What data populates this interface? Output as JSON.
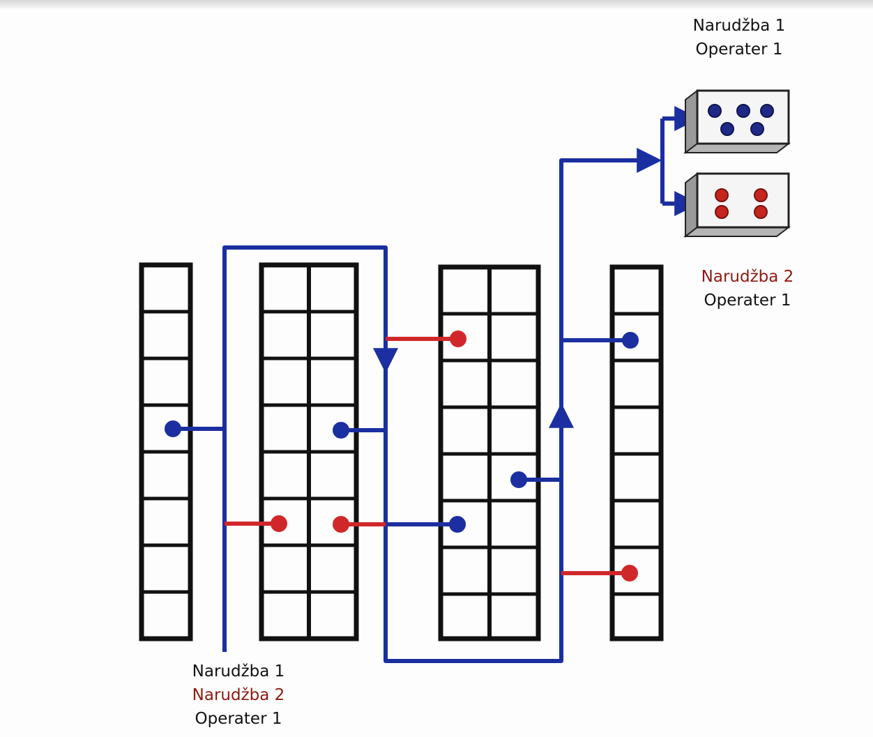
{
  "labels": {
    "top_right": {
      "line1": "Narudžba 1",
      "line2": "Operater 1"
    },
    "right_middle": {
      "line1": "Narudžba 2",
      "line2": "Operater 1"
    },
    "bottom": {
      "line1": "Narudžba 1",
      "line2": "Narudžba 2",
      "line3": "Operater 1"
    }
  },
  "colors": {
    "order1": "#1b2fa0",
    "order2": "#d0282a",
    "outline": "#111111",
    "box_front": "#f5f5f5",
    "box_side": "#9a9a9a"
  },
  "racks": [
    {
      "name": "rack-1",
      "columns": 1,
      "rows": 8
    },
    {
      "name": "rack-2",
      "columns": 2,
      "rows": 8
    },
    {
      "name": "rack-3",
      "columns": 2,
      "rows": 8
    },
    {
      "name": "rack-4",
      "columns": 1,
      "rows": 8
    }
  ],
  "boxes": [
    {
      "name": "order-1-box",
      "items": 5,
      "item_color": "order1"
    },
    {
      "name": "order-2-box",
      "items": 4,
      "item_color": "order2"
    }
  ]
}
